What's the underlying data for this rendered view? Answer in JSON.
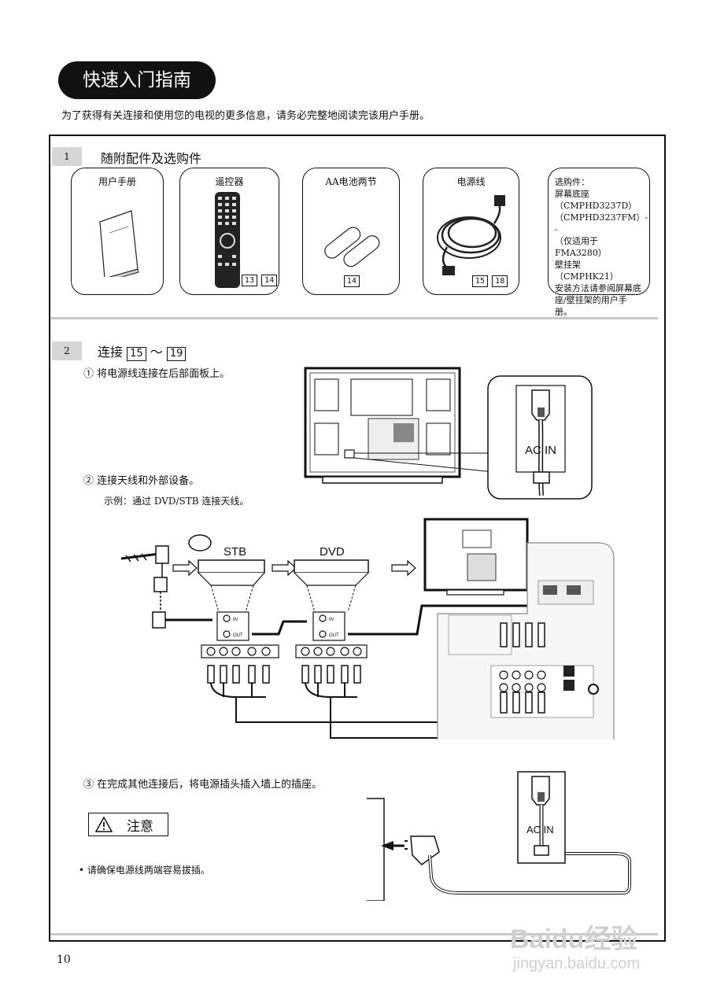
{
  "header": {
    "title": "快速入门指南",
    "intro": "为了获得有关连接和使用您的电视的更多信息，请务必完整地阅读完该用户手册。"
  },
  "section1": {
    "number": "1",
    "title": "随附配件及选购件",
    "items": [
      {
        "label": "用户手册",
        "pages": []
      },
      {
        "label": "遥控器",
        "pages": [
          "13",
          "14"
        ]
      },
      {
        "label": "AA电池两节",
        "pages": [
          "14"
        ]
      },
      {
        "label": "电源线",
        "pages": [
          "15",
          "18"
        ]
      }
    ],
    "optional": "选购件：\n屏幕底座\n（CMPHD3237D）\n（CMPHD3237FM）--\n（仅适用于FMA3280）\n壁挂架\n（CMPHK21）\n安装方法请参阅屏幕底座/壁挂架的用户手册。"
  },
  "section2": {
    "number": "2",
    "title": "连接",
    "page_from": "15",
    "page_sep": "～",
    "page_to": "19",
    "step1": "① 将电源线连接在后部面板上。",
    "step2": "② 连接天线和外部设备。",
    "example": "示例：通过 DVD/STB 连接天线。",
    "step3": "③ 在完成其他连接后，将电源插头插入墙上的插座。",
    "caution_label": "注意",
    "caution_text": "• 请确保电源线两端容易拔插。"
  },
  "diagram": {
    "ac_in": "AC IN",
    "stb": "STB",
    "dvd": "DVD",
    "port_in": "IN",
    "port_out": "OUT"
  },
  "footer": {
    "page_number": "10",
    "watermark_brand": "Baidu经验",
    "watermark_url": "jingyan.baidu.com"
  }
}
